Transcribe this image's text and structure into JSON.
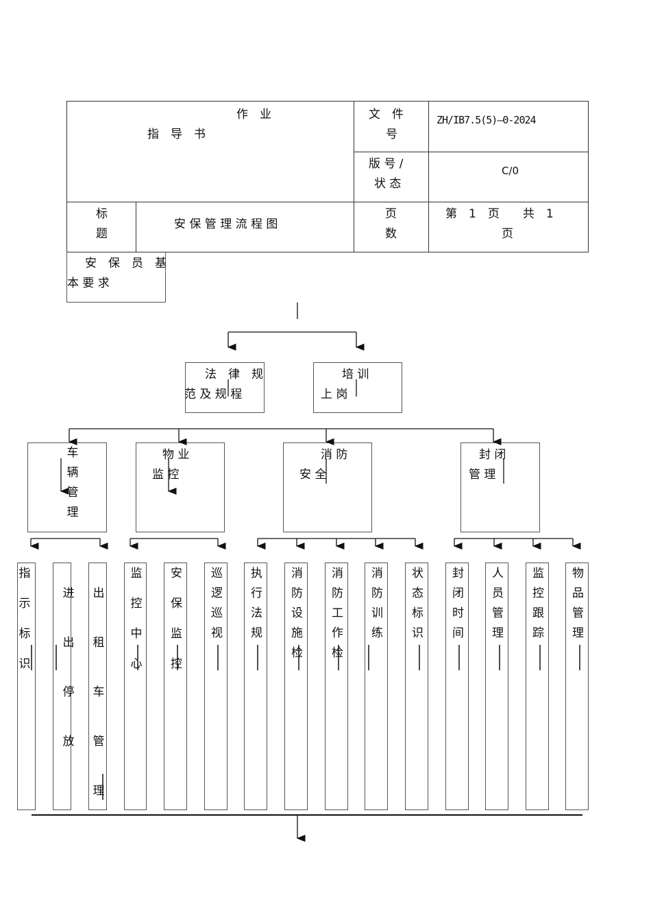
{
  "header": {
    "doc_type_line1": "作　业",
    "doc_type_line2": "指　导　书",
    "file_no_label_1": "文　件",
    "file_no_label_2": "号",
    "file_no": "ZH/IB7.5(5)—0-2024",
    "version_label_1": "版 号 /",
    "version_label_2": "状 态",
    "version": "C/0",
    "title_label_1": "标",
    "title_label_2": "题",
    "title": "安 保 管 理 流 程 图",
    "pages_label_1": "页",
    "pages_label_2": "数",
    "pages_line1": "第　1　页　　共　1",
    "pages_line2": "页"
  },
  "flow": {
    "root_1": "安　保　员　基",
    "root_2": "本 要 求",
    "level1": [
      {
        "line1": "法　律　规",
        "line2": "范 及 规 程"
      },
      {
        "line1": "培 训",
        "line2": "上 岗"
      }
    ],
    "level2": [
      {
        "chars": [
          "车",
          "辆",
          "管",
          "理"
        ]
      },
      {
        "line1": "物 业",
        "line2": "监 控"
      },
      {
        "line1": "消 防",
        "line2": "安 全"
      },
      {
        "line1": "封 闭",
        "line2": "管 理"
      }
    ],
    "level3": [
      {
        "chars": [
          "指",
          "示",
          "标",
          "识"
        ]
      },
      {
        "chars": [
          "进",
          "出",
          "停",
          "放"
        ]
      },
      {
        "chars": [
          "出",
          "租",
          "车",
          "管",
          "理"
        ]
      },
      {
        "chars": [
          "监",
          "控",
          "中",
          "心"
        ]
      },
      {
        "chars": [
          "安",
          "保",
          "监",
          "控"
        ]
      },
      {
        "chars": [
          "巡",
          "逻",
          "巡",
          "视"
        ]
      },
      {
        "chars": [
          "执",
          "行",
          "法",
          "规"
        ]
      },
      {
        "chars": [
          "消",
          "防",
          "设",
          "施",
          "检"
        ]
      },
      {
        "chars": [
          "消",
          "防",
          "工",
          "作",
          "检"
        ]
      },
      {
        "chars": [
          "消",
          "防",
          "训",
          "练"
        ]
      },
      {
        "chars": [
          "状",
          "态",
          "标",
          "识"
        ]
      },
      {
        "chars": [
          "封",
          "闭",
          "时",
          "间"
        ]
      },
      {
        "chars": [
          "人",
          "员",
          "管",
          "理"
        ]
      },
      {
        "chars": [
          "监",
          "控",
          "跟",
          "踪"
        ]
      },
      {
        "chars": [
          "物",
          "品",
          "管",
          "理"
        ]
      }
    ]
  }
}
